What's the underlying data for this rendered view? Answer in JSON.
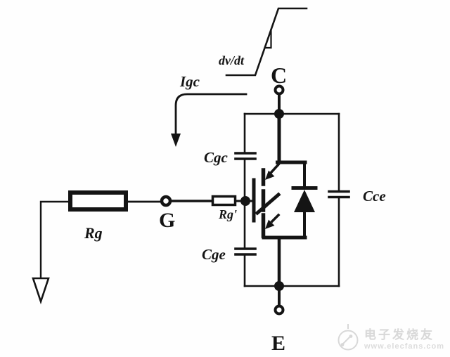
{
  "diagram": {
    "description": "IGBT gate drive equivalent circuit with parasitic capacitances",
    "labels": {
      "dvdt": "dv/dt",
      "igc": "Igc",
      "collector": "C",
      "gate": "G",
      "emitter": "E",
      "rg": "Rg",
      "rg_prime": "Rg'",
      "cgc": "Cgc",
      "cge": "Cge",
      "cce": "Cce"
    },
    "colors": {
      "line": "#141414",
      "background": "#fefefe",
      "watermark": "#d8d8d8"
    }
  },
  "watermark": {
    "site_name": "电子发烧友",
    "site_url": "www.elecfans.com"
  }
}
